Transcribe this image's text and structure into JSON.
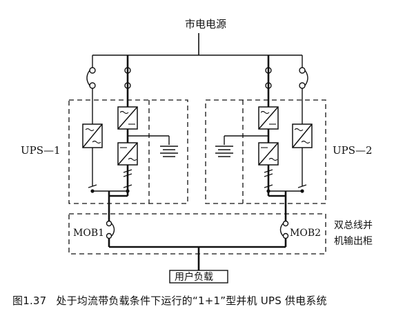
{
  "labels": {
    "mains": "市电电源",
    "ups1": "UPS—1",
    "ups2": "UPS—2",
    "mob1": "MOB1",
    "mob2": "MOB2",
    "cabinet_line1": "双总线并",
    "cabinet_line2": "机输出柜",
    "load": "用户负载"
  },
  "caption": {
    "figure_number": "图1.37",
    "text": "处于均流带负载条件下运行的“1+1”型并机 UPS 供电系统"
  }
}
